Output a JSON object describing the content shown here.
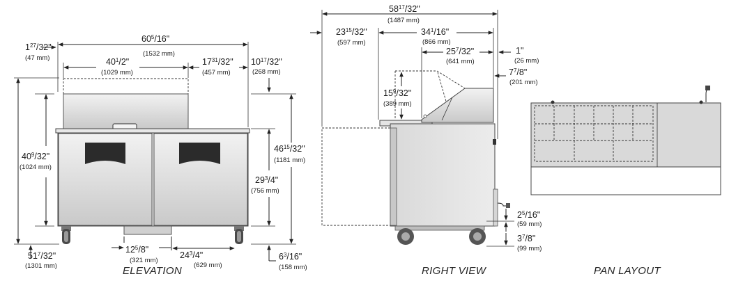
{
  "views": {
    "elevation": "ELEVATION",
    "right": "RIGHT VIEW",
    "pan": "PAN LAYOUT"
  },
  "elevation": {
    "side_top": {
      "in": "1",
      "num": "27",
      "den": "32",
      "q": "\"",
      "mm": "(47 mm)"
    },
    "overall_width": {
      "in": "60",
      "num": "5",
      "den": "16",
      "q": "\"",
      "mm": "(1532 mm)"
    },
    "pan_width": {
      "in": "40",
      "num": "1",
      "den": "2",
      "q": "\"",
      "mm": "(1029 mm)"
    },
    "right_offset": {
      "in": "17",
      "num": "31",
      "den": "32",
      "q": "\"",
      "mm": "(457 mm)"
    },
    "top_height": {
      "in": "10",
      "num": "17",
      "den": "32",
      "q": "\"",
      "mm": "(268 mm)"
    },
    "cabinet_height": {
      "in": "40",
      "num": "9",
      "den": "32",
      "q": "\"",
      "mm": "(1024 mm)"
    },
    "door_height": {
      "in": "29",
      "num": "3",
      "den": "4",
      "q": "\"",
      "mm": "(756 mm)"
    },
    "overall_height": {
      "in": "46",
      "num": "15",
      "den": "32",
      "q": "\"",
      "mm": "(1181 mm)"
    },
    "base_width": {
      "in": "51",
      "num": "7",
      "den": "32",
      "q": "\"",
      "mm": "(1301 mm)"
    },
    "compressor_width": {
      "in": "12",
      "num": "5",
      "den": "8",
      "q": "\"",
      "mm": "(321 mm)"
    },
    "compressor_offset": {
      "in": "24",
      "num": "3",
      "den": "4",
      "q": "\"",
      "mm": "(629 mm)"
    },
    "caster_height": {
      "in": "6",
      "num": "3",
      "den": "16",
      "q": "\"",
      "mm": "(158 mm)"
    }
  },
  "right": {
    "overall_depth": {
      "in": "58",
      "num": "17",
      "den": "32",
      "q": "\"",
      "mm": "(1487 mm)"
    },
    "door_swing": {
      "in": "23",
      "num": "15",
      "den": "32",
      "q": "\"",
      "mm": "(597 mm)"
    },
    "cabinet_depth": {
      "in": "34",
      "num": "1",
      "den": "16",
      "q": "\"",
      "mm": "(866 mm)"
    },
    "lid_depth": {
      "in": "25",
      "num": "7",
      "den": "32",
      "q": "\"",
      "mm": "(641 mm)"
    },
    "back_gap": {
      "in": "1",
      "num": "",
      "den": "",
      "q": "\"",
      "mm": "(26 mm)"
    },
    "back_offset": {
      "in": "7",
      "num": "7",
      "den": "8",
      "q": "\"",
      "mm": "(201 mm)"
    },
    "lid_height": {
      "in": "15",
      "num": "9",
      "den": "32",
      "q": "\"",
      "mm": "(389 mm)"
    },
    "cord_height": {
      "in": "2",
      "num": "5",
      "den": "16",
      "q": "\"",
      "mm": "(59 mm)"
    },
    "caster_height": {
      "in": "3",
      "num": "7",
      "den": "8",
      "q": "\"",
      "mm": "(99 mm)"
    }
  }
}
